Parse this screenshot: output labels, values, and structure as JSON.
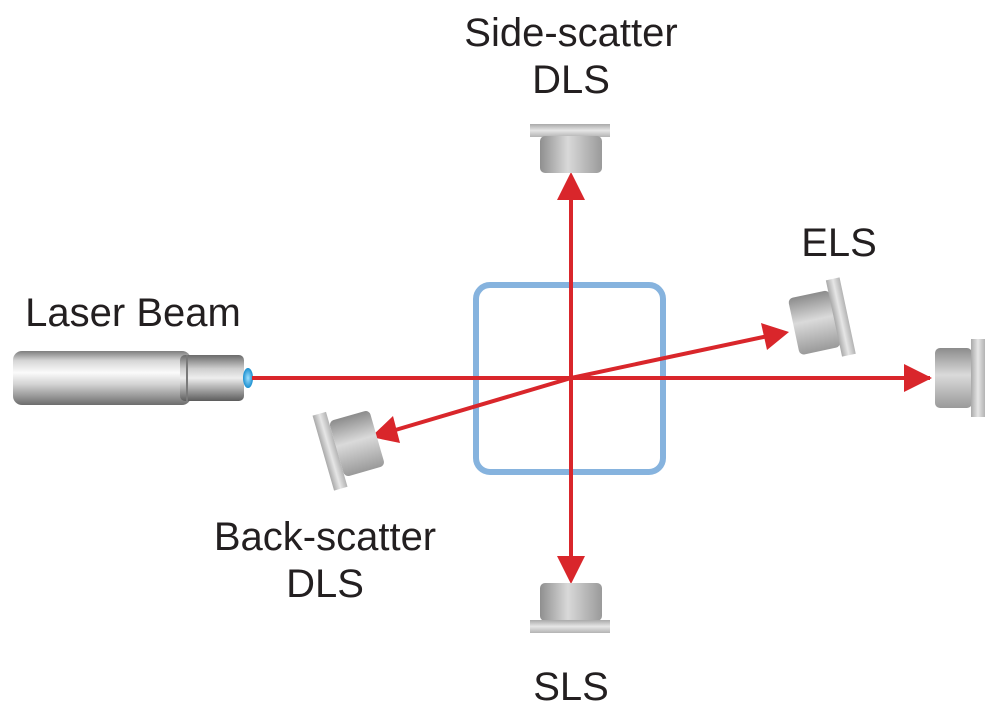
{
  "labels": {
    "side_scatter_line1": "Side-scatter",
    "side_scatter_line2": "DLS",
    "els": "ELS",
    "laser_beam": "Laser Beam",
    "back_scatter_line1": "Back-scatter",
    "back_scatter_line2": "DLS",
    "sls": "SLS"
  },
  "colors": {
    "beam": "#d9262b",
    "cuvette": "#86b3de",
    "label": "#231f20",
    "laser_tip": "#2aa7e0"
  }
}
